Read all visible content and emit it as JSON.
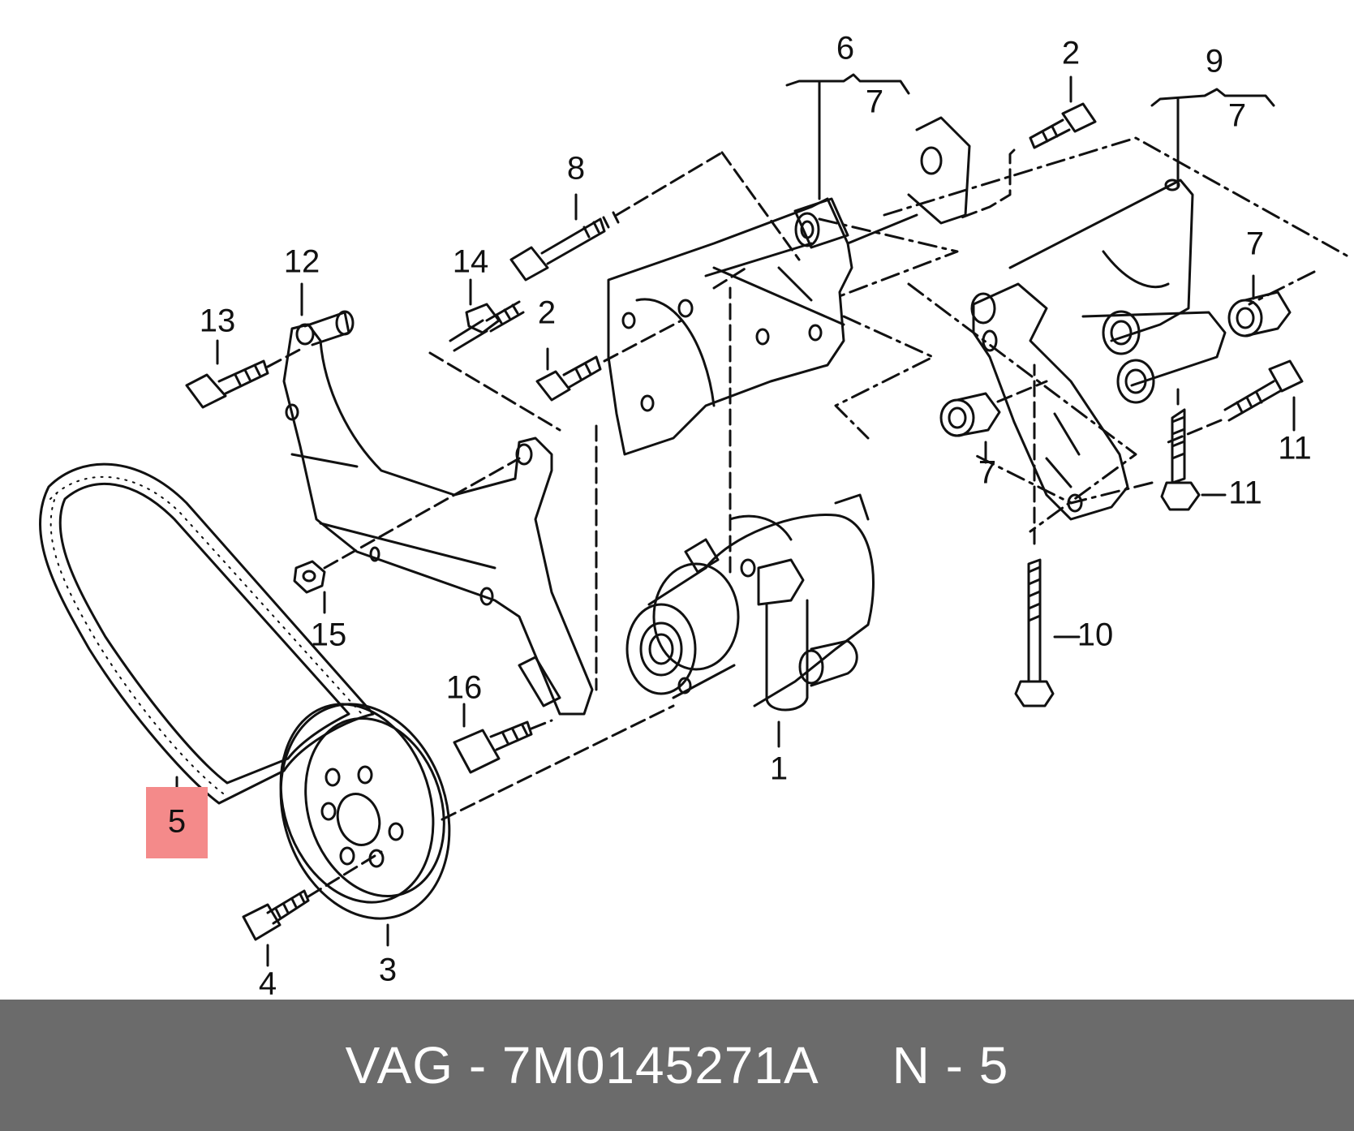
{
  "diagram": {
    "labels": {
      "l1": "1",
      "l2a": "2",
      "l2b": "2",
      "l3": "3",
      "l4": "4",
      "l6": "6",
      "l7a": "7",
      "l7b": "7",
      "l7c": "7",
      "l7d": "7",
      "l8": "8",
      "l9": "9",
      "l10": "10",
      "l11a": "11",
      "l11b": "11",
      "l12": "12",
      "l13": "13",
      "l14": "14",
      "l15": "15",
      "l16": "16"
    },
    "highlight": {
      "text": "5",
      "color": "#f48a8a"
    }
  },
  "footer": {
    "brand_part": "VAG - 7M0145271A",
    "position_ref": "N - 5",
    "background": "#6b6b6b"
  }
}
